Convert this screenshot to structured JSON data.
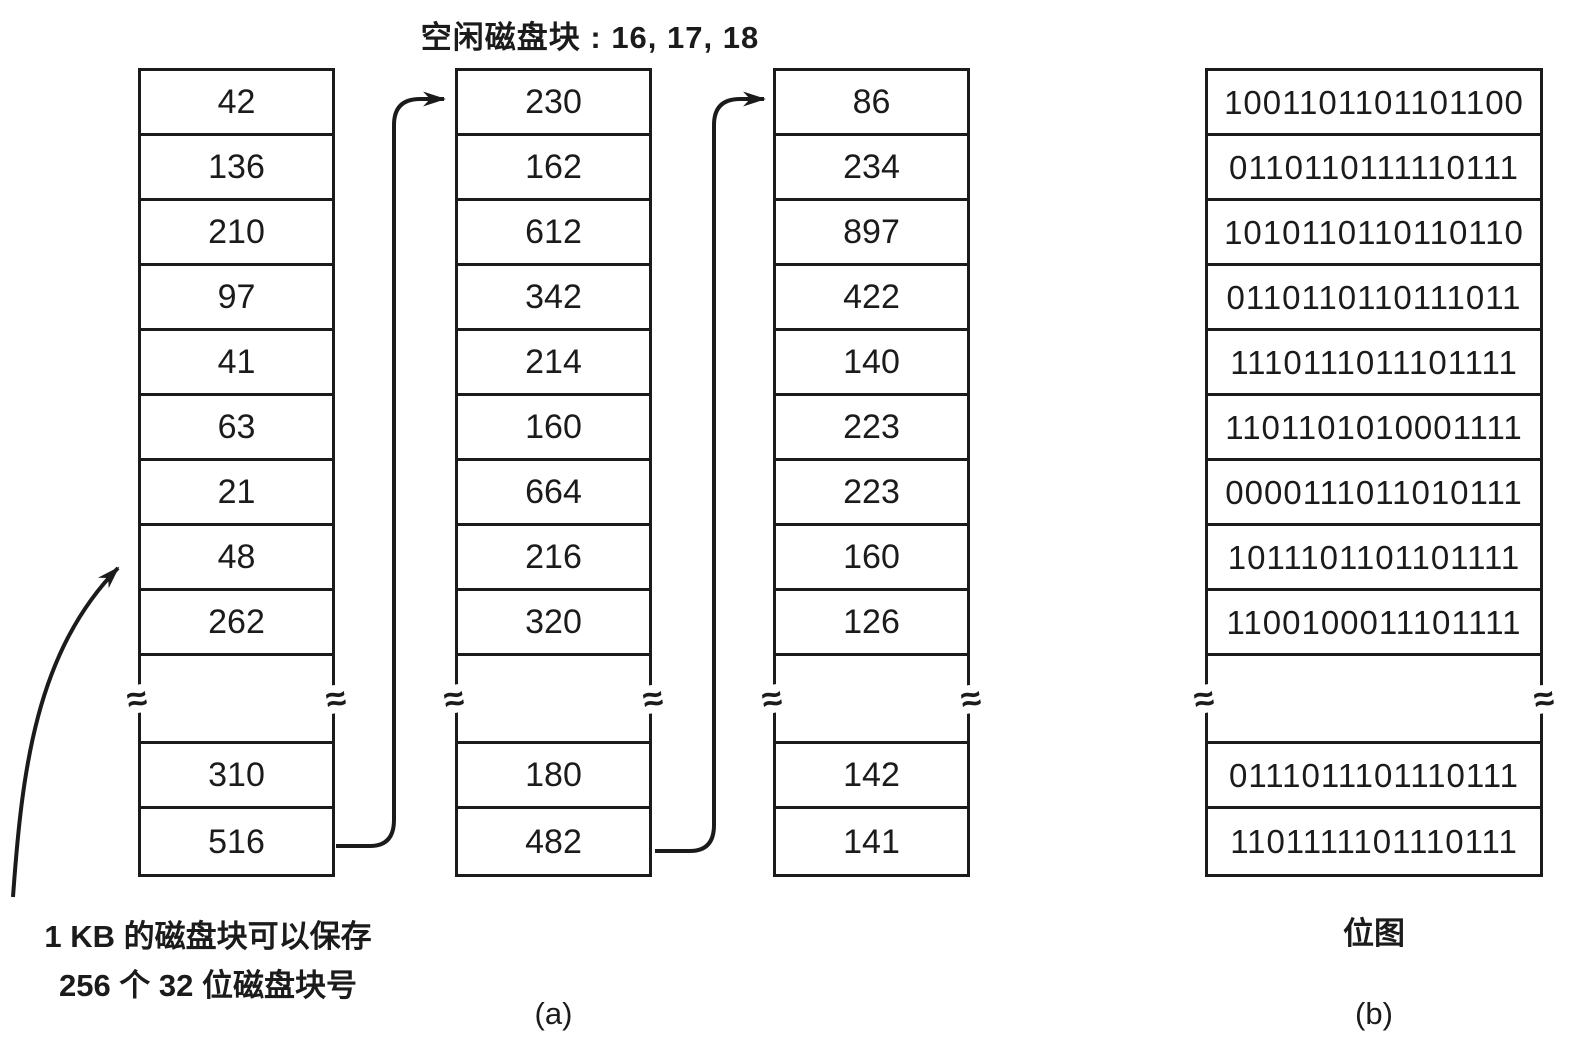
{
  "header": {
    "title": "空闲磁盘块 : 16, 17, 18"
  },
  "linked_list_columns": [
    {
      "name": "free-block-list-1",
      "top_cells": [
        "42",
        "136",
        "210",
        "97",
        "41",
        "63",
        "21",
        "48",
        "262"
      ],
      "bottom_cells": [
        "310",
        "516"
      ]
    },
    {
      "name": "free-block-list-2",
      "top_cells": [
        "230",
        "162",
        "612",
        "342",
        "214",
        "160",
        "664",
        "216",
        "320"
      ],
      "bottom_cells": [
        "180",
        "482"
      ]
    },
    {
      "name": "free-block-list-3",
      "top_cells": [
        "86",
        "234",
        "897",
        "422",
        "140",
        "223",
        "223",
        "160",
        "126"
      ],
      "bottom_cells": [
        "142",
        "141"
      ]
    }
  ],
  "bitmap_column": {
    "name": "bitmap",
    "top_cells": [
      "1001101101101100",
      "0110110111110111",
      "1010110110110110",
      "0110110110111011",
      "1110111011101111",
      "1101101010001111",
      "0000111011010111",
      "1011101101101111",
      "1100100011101111"
    ],
    "bottom_cells": [
      "0111011101110111",
      "1101111101110111"
    ]
  },
  "annotations": {
    "pointer_note_line1": "1 KB 的磁盘块可以保存",
    "pointer_note_line2": "256 个 32 位磁盘块号",
    "bitmap_label": "位图",
    "label_a": "(a)",
    "label_b": "(b)",
    "break_symbol": "≈"
  },
  "colors": {
    "ink": "#1b1b1b",
    "background": "#ffffff"
  }
}
